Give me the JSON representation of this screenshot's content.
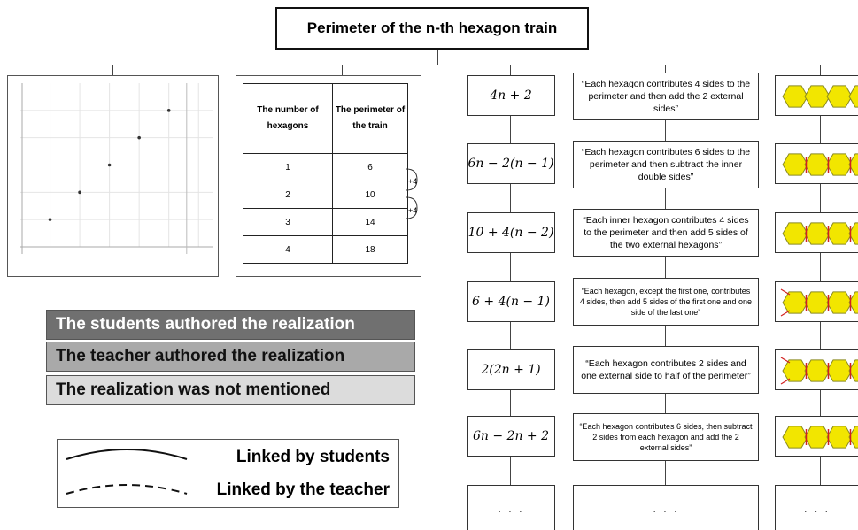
{
  "title": "Perimeter of the n-th hexagon train",
  "table": {
    "headers": [
      "The number of hexagons",
      "The perimeter of the train"
    ],
    "rows": [
      [
        "1",
        "6"
      ],
      [
        "2",
        "10"
      ],
      [
        "3",
        "14"
      ],
      [
        "4",
        "18"
      ]
    ],
    "increments": [
      "+4",
      "+4"
    ]
  },
  "chart_data": {
    "type": "scatter",
    "x": [
      1,
      2,
      3,
      4,
      5
    ],
    "y": [
      6,
      10,
      14,
      18,
      22
    ],
    "grid": true
  },
  "realizations": [
    {
      "expression": "4n + 2",
      "quote": "“Each hexagon contributes 4 sides to the perimeter and then add the 2 external sides”",
      "small": false
    },
    {
      "expression": "6n − 2(n − 1)",
      "quote": "“Each hexagon contributes 6 sides to the perimeter and then subtract the inner double sides”",
      "small": false
    },
    {
      "expression": "10 + 4(n − 2)",
      "quote": "“Each inner hexagon contributes 4 sides to the perimeter and then add 5 sides of the two external hexagons”",
      "small": false
    },
    {
      "expression": "6 + 4(n − 1)",
      "quote": "“Each hexagon, except the first one, contributes 4 sides, then add 5 sides of the first one and one side of the last one”",
      "small": true
    },
    {
      "expression": "2(2n + 1)",
      "quote": "“Each hexagon contributes 2 sides and one external side to half of the perimeter”",
      "small": false
    },
    {
      "expression": "6n − 2n + 2",
      "quote": "“Each hexagon contributes 6 sides, then subtract 2 sides from each hexagon and add the 2 external sides”",
      "small": true
    }
  ],
  "ellipsis": ". . .",
  "legend": {
    "students": "The students authored the realization",
    "teacher": "The teacher authored the realization",
    "none": "The realization was not mentioned",
    "colors": {
      "students": "#707070",
      "teacher": "#a9a9a9",
      "none": "#dcdcdc"
    }
  },
  "links": {
    "students": "Linked by students",
    "teacher": "Linked by the teacher"
  },
  "colors": {
    "hexagon": "#f2e600",
    "hexagon_edge": "#8a8a20",
    "mark": "#d12020"
  }
}
